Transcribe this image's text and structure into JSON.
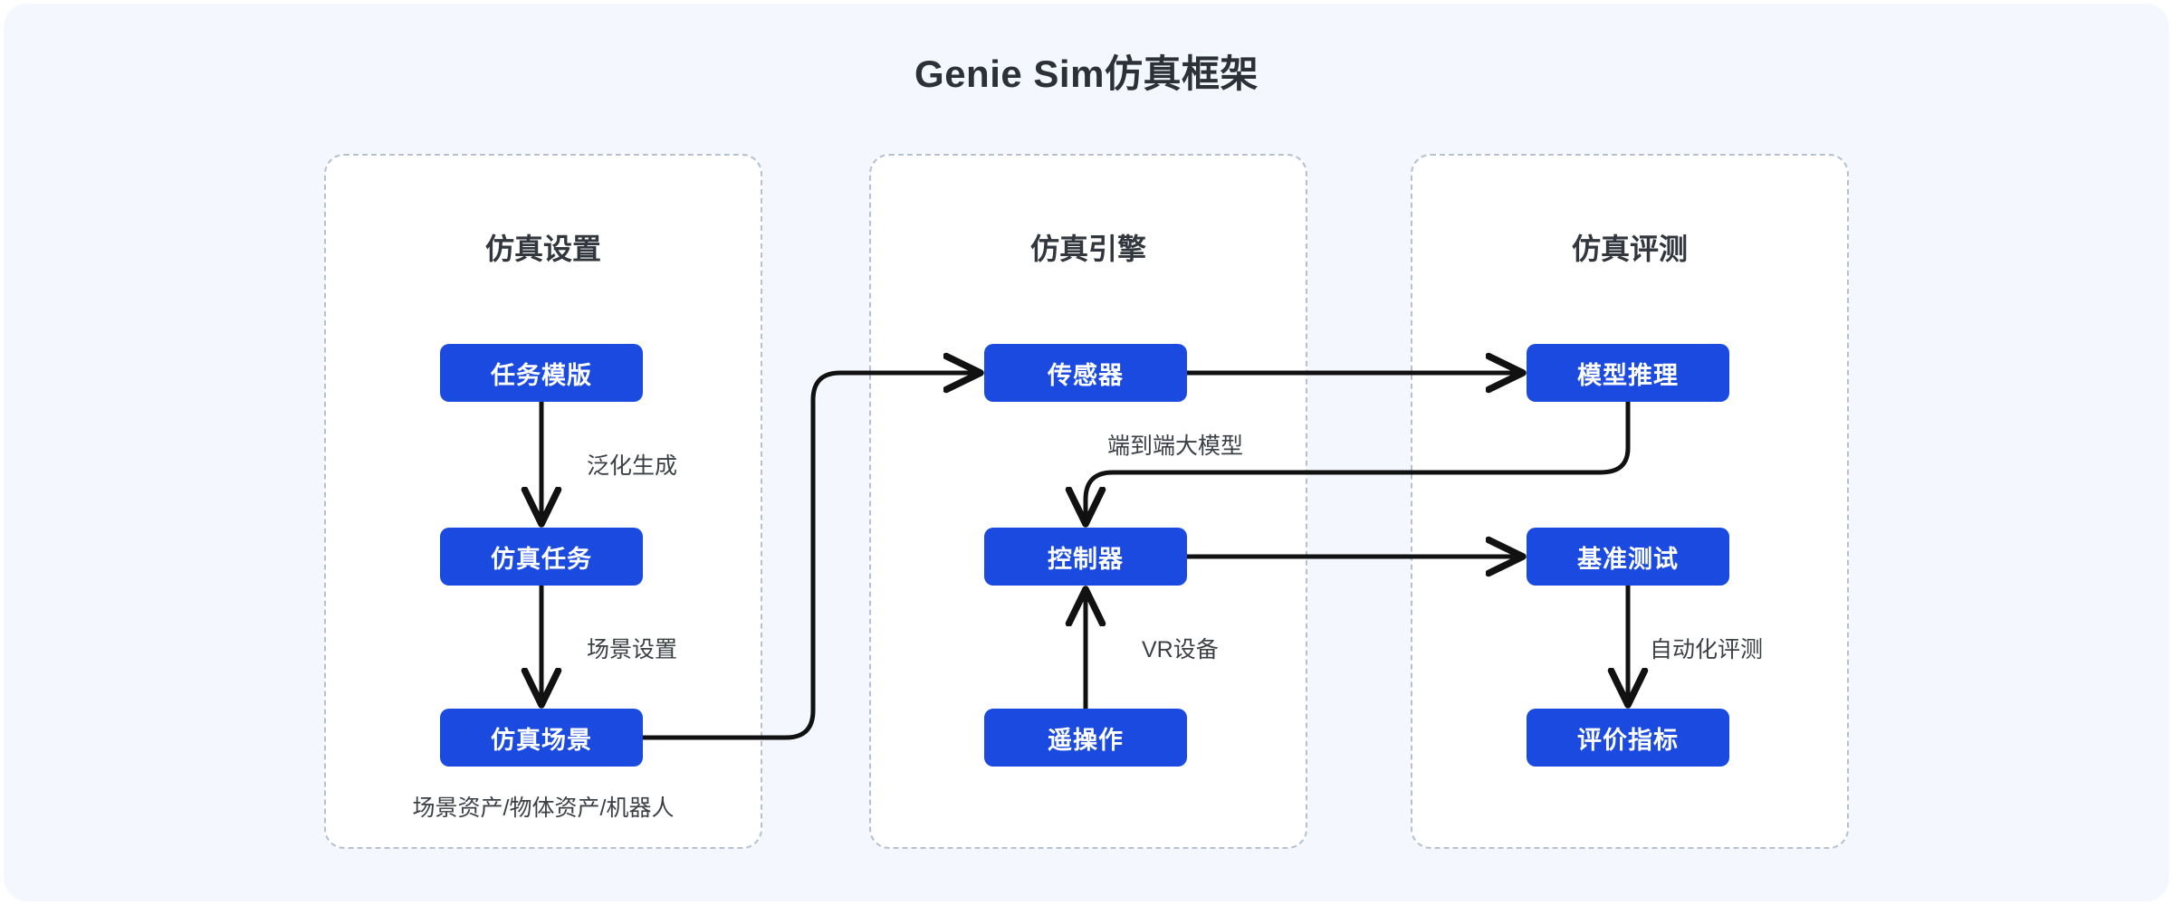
{
  "title": "Genie Sim仿真框架",
  "theme": {
    "page_background": "#ffffff",
    "card_background": "#f4f8fe",
    "panel_background": "#ffffff",
    "panel_border": "#b6c0d3",
    "node_fill": "#1a4ae0",
    "node_text": "#ffffff",
    "edge_color": "#111111",
    "label_text": "#3b3f46",
    "title_text": "#2c3038"
  },
  "panels": [
    {
      "id": "setup",
      "title": "仿真设置",
      "caption": "场景资产/物体资产/机器人"
    },
    {
      "id": "engine",
      "title": "仿真引擎",
      "caption": ""
    },
    {
      "id": "eval",
      "title": "仿真评测",
      "caption": ""
    }
  ],
  "nodes": {
    "task_template": "任务模版",
    "sim_task": "仿真任务",
    "sim_scene": "仿真场景",
    "sensor": "传感器",
    "controller": "控制器",
    "teleop": "遥操作",
    "model_infer": "模型推理",
    "benchmark": "基准测试",
    "metrics": "评价指标"
  },
  "edge_labels": {
    "generalize": "泛化生成",
    "scene_setup": "场景设置",
    "e2e_model": "端到端大模型",
    "vr_device": "VR设备",
    "auto_eval": "自动化评测"
  },
  "chart_data": {
    "type": "diagram",
    "title": "Genie Sim仿真框架",
    "groups": [
      {
        "name": "仿真设置",
        "nodes": [
          "任务模版",
          "仿真任务",
          "仿真场景"
        ],
        "note": "场景资产/物体资产/机器人"
      },
      {
        "name": "仿真引擎",
        "nodes": [
          "传感器",
          "控制器",
          "遥操作"
        ],
        "note": ""
      },
      {
        "name": "仿真评测",
        "nodes": [
          "模型推理",
          "基准测试",
          "评价指标"
        ],
        "note": ""
      }
    ],
    "edges": [
      {
        "from": "任务模版",
        "to": "仿真任务",
        "label": "泛化生成",
        "direction": "down"
      },
      {
        "from": "仿真任务",
        "to": "仿真场景",
        "label": "场景设置",
        "direction": "down"
      },
      {
        "from": "仿真场景",
        "to": "传感器",
        "label": "",
        "direction": "right-up"
      },
      {
        "from": "传感器",
        "to": "模型推理",
        "label": "",
        "direction": "right"
      },
      {
        "from": "模型推理",
        "to": "控制器",
        "label": "端到端大模型",
        "direction": "left-down"
      },
      {
        "from": "遥操作",
        "to": "控制器",
        "label": "VR设备",
        "direction": "up"
      },
      {
        "from": "控制器",
        "to": "基准测试",
        "label": "",
        "direction": "right"
      },
      {
        "from": "基准测试",
        "to": "评价指标",
        "label": "自动化评测",
        "direction": "down"
      }
    ]
  }
}
